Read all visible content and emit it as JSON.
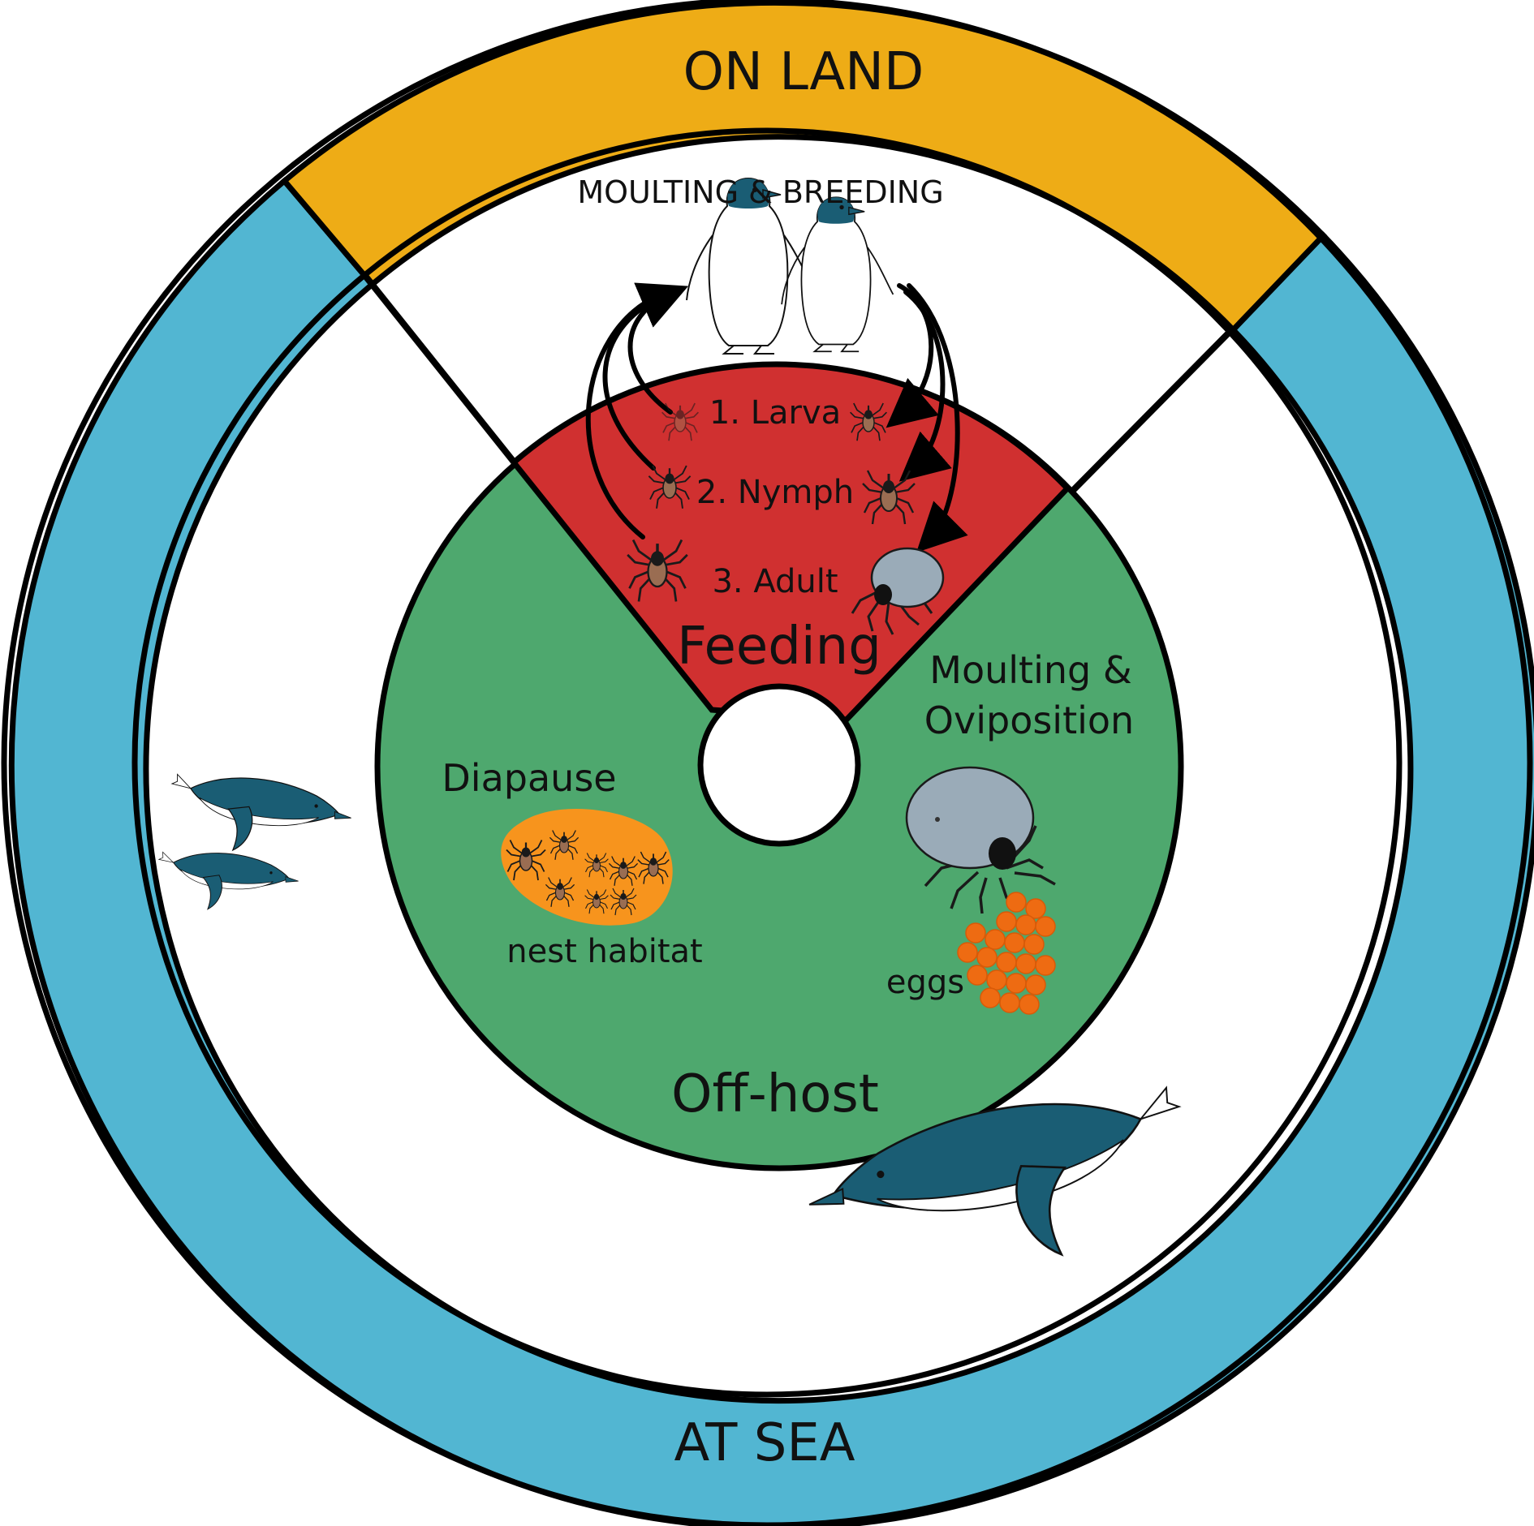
{
  "labels": {
    "on_land": "ON LAND",
    "at_sea": "AT SEA",
    "host_phase": "MOULTING & BREEDING",
    "feeding": "Feeding",
    "stage_1": "1. Larva",
    "stage_2": "2. Nymph",
    "stage_3": "3. Adult",
    "moulting_1": "Moulting &",
    "moulting_2": "Oviposition",
    "diapause": "Diapause",
    "nest_habitat": "nest habitat",
    "eggs": "eggs",
    "off_host": "Off-host"
  },
  "colors": {
    "on_land": "#eeac16",
    "at_sea": "#52b6d2",
    "feeding": "#d03030",
    "off_host": "#4ea86e",
    "nest": "#f7941d",
    "eggs": "#ee6b12",
    "penguin_blue": "#1a5d74",
    "engorged_tick": "#9aabb8",
    "tick_body": "#9a6d52"
  },
  "icons": {
    "penguin": "penguin-icon",
    "tick": "tick-icon",
    "engorged_tick": "engorged-tick-icon",
    "egg_cluster": "egg-cluster-icon"
  }
}
